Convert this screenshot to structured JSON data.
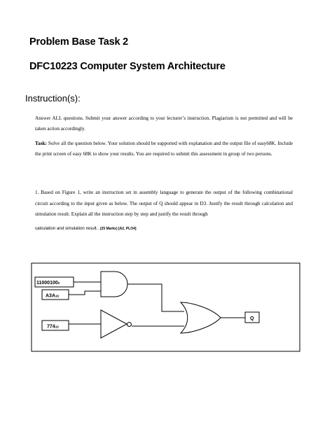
{
  "header": {
    "task_title": "Problem Base Task 2",
    "course_title": "DFC10223 Computer System Architecture"
  },
  "instructions": {
    "heading": "Instruction(s):",
    "general": "Answer ALL questions. Submit your answer according to your lecturer’s instruction. Plagiarism is not permitted and will be taken action accordingly.",
    "task_label": "Task:",
    "task_text": "Solve all the question below. Your solution should be supported with explanation and the output file of easy68K. Include the print screen of easy 68K to show your results. You are required to submit this assessment in group of two persons."
  },
  "question": {
    "text": "1. Based on Figure 1, write an instruction set in assembly language to generate the output of the following combinational circuit according to the input given as below. The output of Q should appear in D3. Justify the result through calculation and simulation result. Explain all the instruction step by step and justify the result through",
    "line2": "calculation and simulation result..",
    "marks": "(25 Marks) [A2, PLO4]"
  },
  "figure": {
    "input_a": {
      "value": "11000100",
      "base": "2"
    },
    "input_b": {
      "value": "A3A",
      "base": "16"
    },
    "input_c": {
      "value": "774",
      "base": "10"
    },
    "output": "Q"
  }
}
